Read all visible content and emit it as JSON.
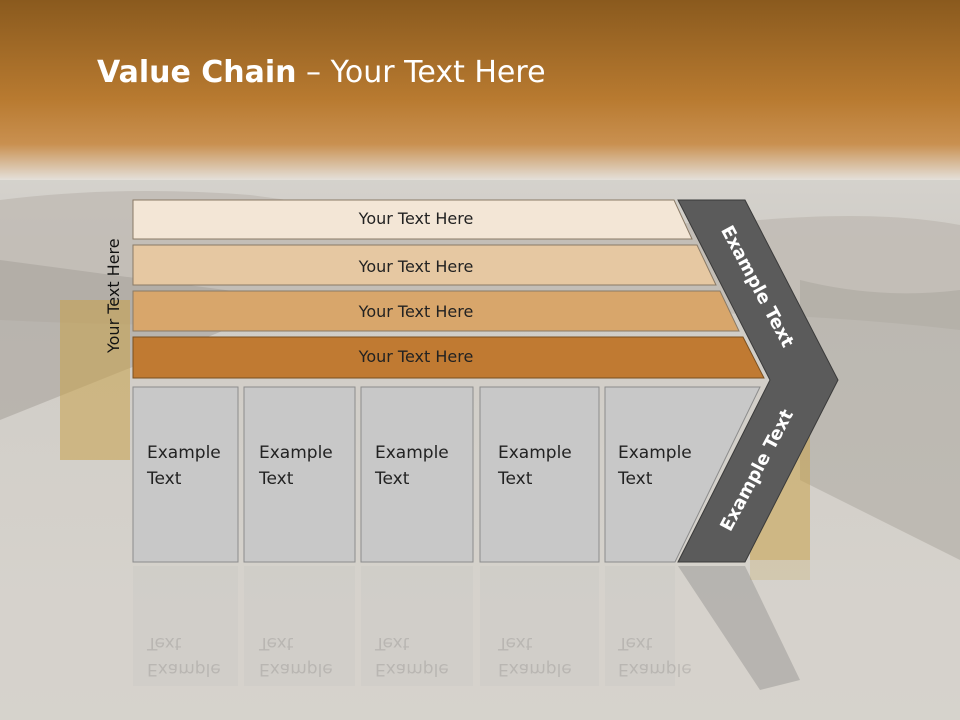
{
  "slide": {
    "title_bold": "Value Chain",
    "title_rest": " – Your Text Here",
    "side_label": "Your Text Here"
  },
  "bars": [
    {
      "label": "Your Text Here",
      "color": "#f3e6d6"
    },
    {
      "label": "Your Text Here",
      "color": "#e6c8a2"
    },
    {
      "label": "Your Text Here",
      "color": "#d8a66b"
    },
    {
      "label": "Your Text Here",
      "color": "#c07a32"
    }
  ],
  "boxes": [
    {
      "line1": "Example",
      "line2": "Text"
    },
    {
      "line1": "Example",
      "line2": "Text"
    },
    {
      "line1": "Example",
      "line2": "Text"
    },
    {
      "line1": "Example",
      "line2": "Text"
    },
    {
      "line1": "Example",
      "line2": "Text"
    }
  ],
  "chevron": {
    "upper_label": "Example Text",
    "lower_label": "Example Text",
    "color": "#5b5b5b"
  },
  "colors": {
    "header": "#b5782e",
    "box_fill": "#c8c8c8"
  }
}
